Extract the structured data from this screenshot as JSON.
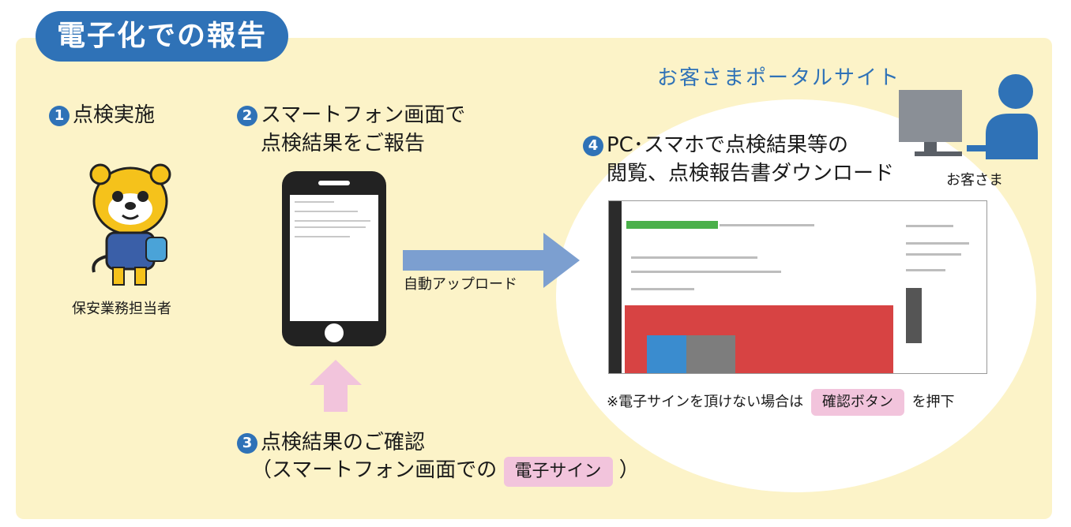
{
  "title": "電子化での報告",
  "step1": {
    "num": "1",
    "text": "点検実施",
    "caption": "保安業務担当者"
  },
  "step2": {
    "num": "2",
    "line1": "スマートフォン画面で",
    "line2": "点検結果をご報告"
  },
  "arrow_label": "自動アップロード",
  "step3": {
    "num": "3",
    "line1": "点検結果のご確認",
    "line2_prefix": "（スマートフォン画面での",
    "tag": "電子サイン",
    "line2_suffix": "）"
  },
  "portal": {
    "title": "お客さまポータルサイト",
    "customer_label": "お客さま"
  },
  "step4": {
    "num": "4",
    "line1": "PC･スマホで点検結果等の",
    "line2": "閲覧、点検報告書ダウンロード"
  },
  "note": {
    "prefix": "※電子サインを頂けない場合は",
    "tag": "確認ボタン",
    "suffix": "を押下"
  },
  "colors": {
    "accent": "#2f72b7",
    "panel": "#fcf3c8",
    "arrow": "#7c9fd0",
    "pink": "#f2c4dc",
    "tiger": "#f5c21b"
  }
}
